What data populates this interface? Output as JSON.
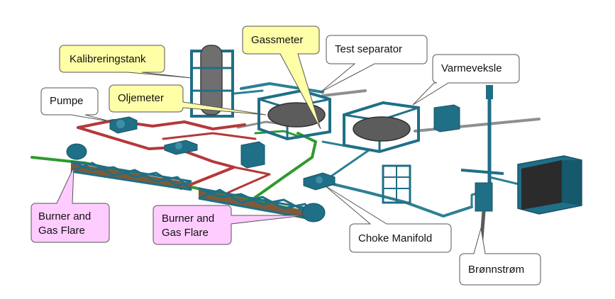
{
  "colors": {
    "equipment": "#1f6f86",
    "equipment_dark": "#155468",
    "pipe_red": "#b5383a",
    "pipe_green": "#2e9a2e",
    "pipe_blue": "#2d7f93",
    "pipe_grey": "#8f8f8f",
    "callout_yellow": "#ffffa8",
    "callout_pink": "#ffccff",
    "callout_white": "#ffffff"
  },
  "labels": {
    "kalibreringstank": "Kalibreringstank",
    "gassmeter": "Gassmeter",
    "test_separator": "Test separator",
    "varmeveksle": "Varmeveksle",
    "pumpe": "Pumpe",
    "oljemeter": "Oljemeter",
    "burner_left_line1": "Burner and",
    "burner_left_line2": "Gas Flare",
    "burner_right_line1": "Burner and",
    "burner_right_line2": "Gas Flare",
    "choke_manifold": "Choke Manifold",
    "bronnstrom": "Brønnstrøm"
  }
}
